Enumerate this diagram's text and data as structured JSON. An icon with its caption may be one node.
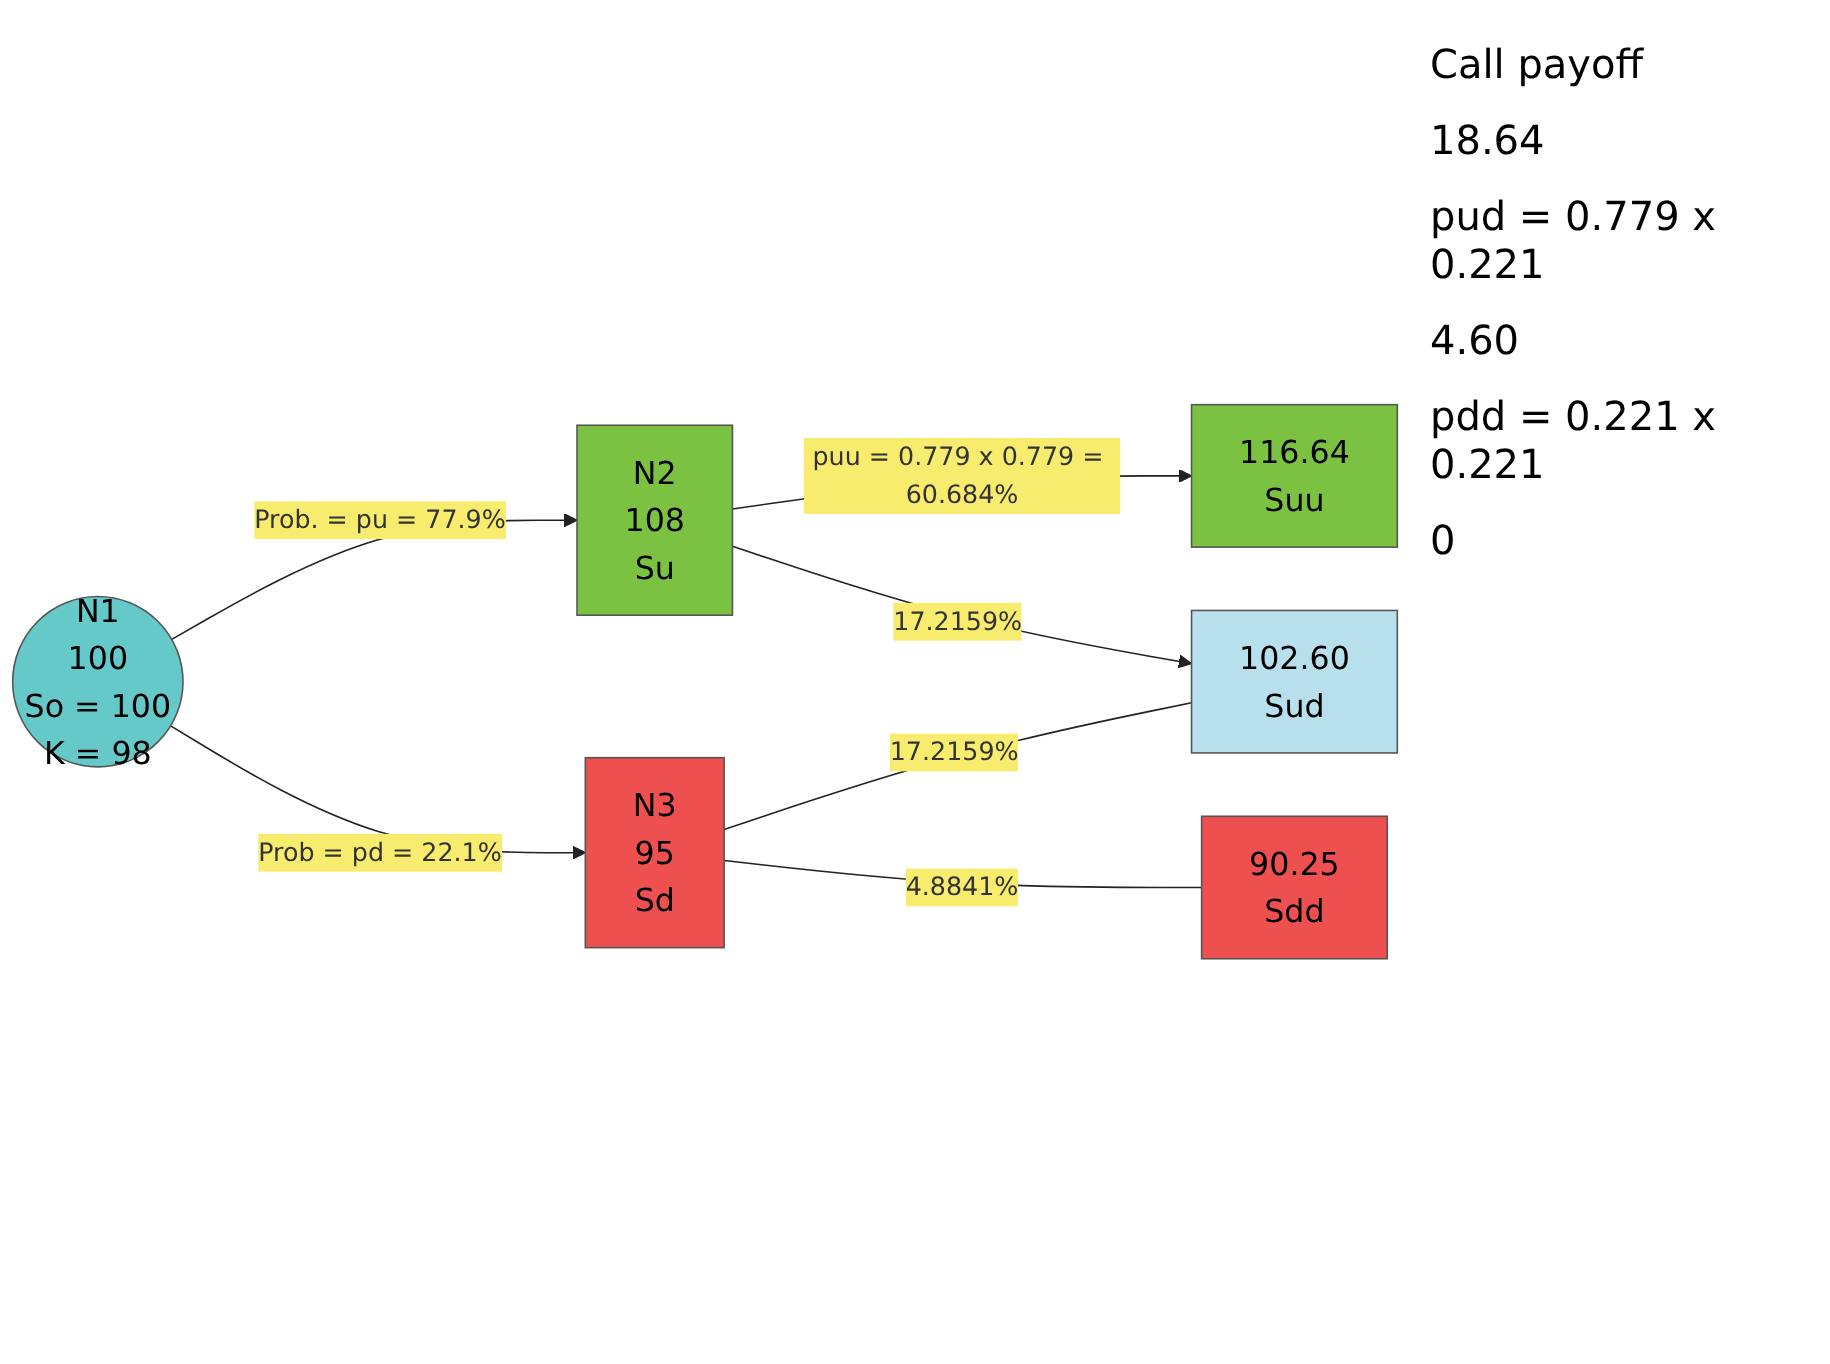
{
  "diagram": {
    "nodes": [
      {
        "text": [
          "N1",
          "100",
          "So = 100",
          "K = 98"
        ]
      },
      {
        "text": [
          "N2",
          "108",
          "Su"
        ]
      },
      {
        "text": [
          "N3",
          "95",
          "Sd"
        ]
      },
      {
        "text": [
          "116.64",
          "Suu"
        ]
      },
      {
        "text": [
          "102.60",
          "Sud"
        ]
      },
      {
        "text": [
          "90.25",
          "Sdd"
        ]
      }
    ],
    "edges": [
      {
        "from": 0,
        "to": 1,
        "arrow": "to",
        "label": "Prob. = pu = 77.9%"
      },
      {
        "from": 0,
        "to": 2,
        "arrow": "to",
        "label": "Prob = pd = 22.1%"
      },
      {
        "from": 1,
        "to": 3,
        "arrow": "to",
        "label": "puu = 0.779 x 0.779 = 60.684%"
      },
      {
        "from": 1,
        "to": 4,
        "arrow": "to",
        "label": "17.2159%"
      },
      {
        "from": 2,
        "to": 4,
        "arrow": "none",
        "label": "17.2159%"
      },
      {
        "from": 2,
        "to": 5,
        "arrow": "none",
        "label": "4.8841%"
      }
    ],
    "labels": [
      "Call payoff",
      "18.64",
      "pud = 0.779 x 0.221",
      "4.60",
      "pdd = 0.221 x 0.221",
      "0"
    ]
  }
}
